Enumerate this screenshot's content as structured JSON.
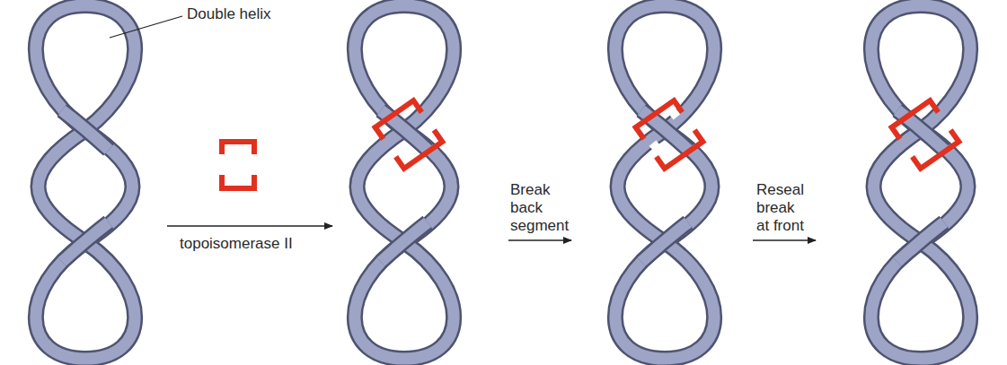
{
  "diagram": {
    "labels": [
      "Double helix",
      "topoisomerase II",
      "Break back segment",
      "Reseal break at front"
    ]
  }
}
